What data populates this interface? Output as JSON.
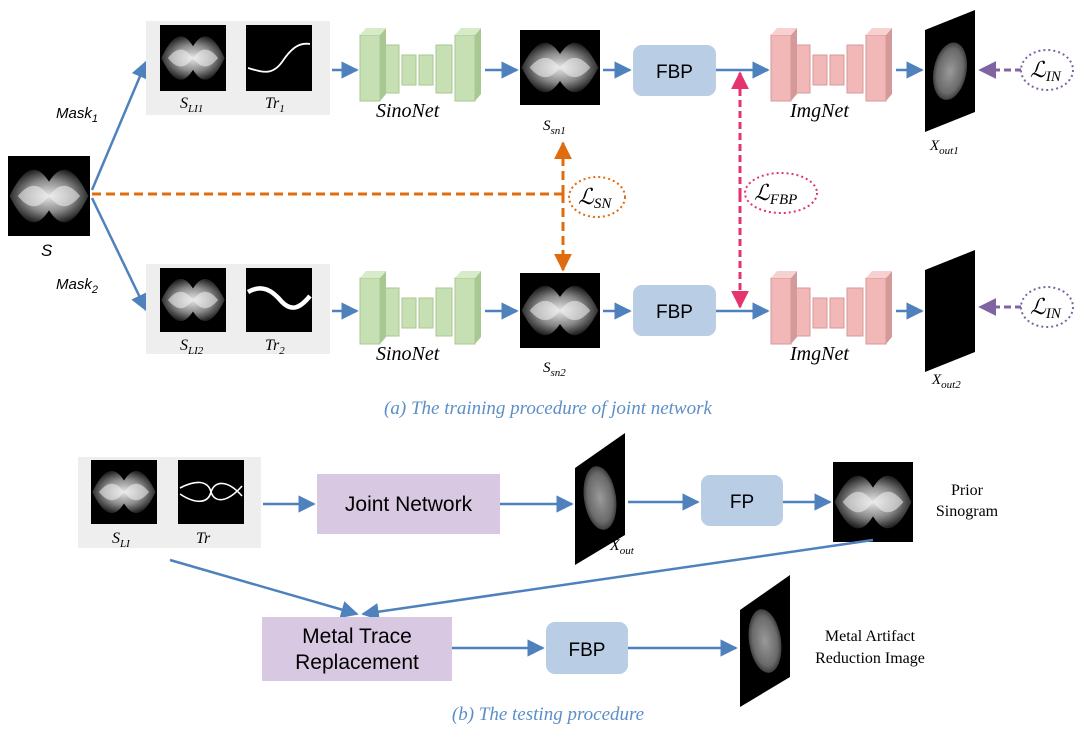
{
  "labels": {
    "s": "S",
    "mask1": "Mask",
    "mask1_sub": "1",
    "mask2": "Mask",
    "mask2_sub": "2",
    "sli1": "S",
    "sli1_sub": "LI1",
    "tr1": "Tr",
    "tr1_sub": "1",
    "sli2": "S",
    "sli2_sub": "LI2",
    "tr2": "Tr",
    "tr2_sub": "2",
    "sinonet1": "SinoNet",
    "sinonet2": "SinoNet",
    "ssn1": "S",
    "ssn1_sub": "sn1",
    "ssn2": "S",
    "ssn2_sub": "sn2",
    "fbp1": "FBP",
    "fbp2": "FBP",
    "imgnet1": "ImgNet",
    "imgnet2": "ImgNet",
    "xout1": "X",
    "xout1_sub": "out1",
    "xout2": "X",
    "xout2_sub": "out2",
    "l_in": "ℒ",
    "l_in_sub": "IN",
    "l_sn": "ℒ",
    "l_sn_sub": "SN",
    "l_fbp": "ℒ",
    "l_fbp_sub": "FBP",
    "caption_a": "(a) The training procedure of joint network",
    "sli": "S",
    "sli_sub": "LI",
    "tr": "Tr",
    "joint_network": "Joint Network",
    "xout": "X",
    "xout_sub": "out",
    "fp": "FP",
    "prior_line1": "Prior",
    "prior_line2": "Sinogram",
    "mtr_line1": "Metal Trace",
    "mtr_line2": "Replacement",
    "fbp3": "FBP",
    "mar_line1": "Metal Artifact",
    "mar_line2": "Reduction Image",
    "caption_b": "(b) The testing procedure"
  },
  "colors": {
    "arrow_blue": "#4f81bd",
    "box_blue": "#b9cde5",
    "box_purple": "#d8c8e2",
    "caption_blue": "#5b8ec9",
    "sn_orange": "#e06c10",
    "fbp_pink": "#e5336d",
    "in_purple": "#8064a2",
    "sinonet_green": "#c6e0b4",
    "imgnet_pink": "#f2b8b8",
    "panel_gray": "#eeeeee"
  }
}
